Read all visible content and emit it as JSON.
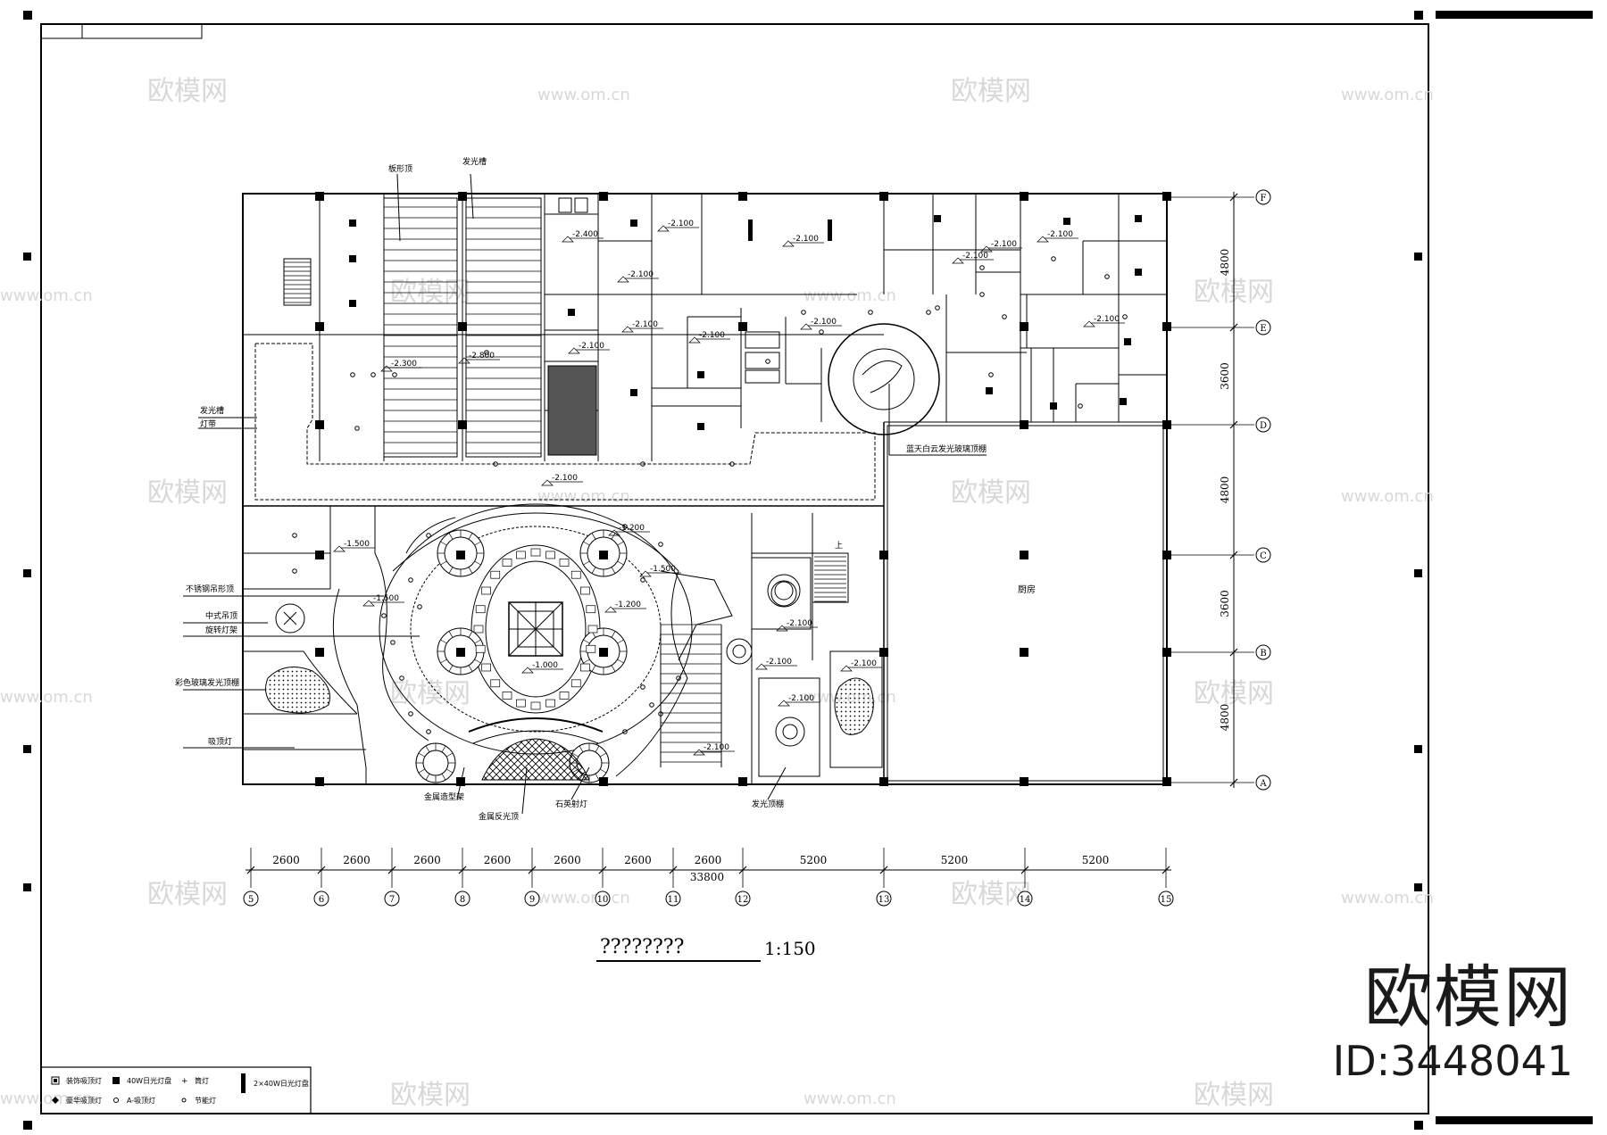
{
  "drawing": {
    "title": "????????",
    "scale": "1:150",
    "total_dimension": "33800"
  },
  "column_dims": [
    "2600",
    "2600",
    "2600",
    "2600",
    "2600",
    "2600",
    "2600",
    "5200",
    "5200",
    "5200"
  ],
  "column_axes": [
    "5",
    "6",
    "7",
    "8",
    "9",
    "10",
    "11",
    "12",
    "13",
    "14",
    "15"
  ],
  "row_axes": [
    "F",
    "E",
    "D",
    "C",
    "B",
    "A"
  ],
  "row_dims": [
    "4800",
    "3600",
    "4800",
    "3600",
    "4800"
  ],
  "elevations": [
    "-2.100",
    "-2.400",
    "-2.300",
    "-2.800",
    "-1.500",
    "-1.200",
    "-1.000"
  ],
  "labels": {
    "banxingding": "板形顶",
    "faguangcao_top": "发光槽",
    "faguangcao_left": "发光槽",
    "dengdai": "灯带",
    "skylight": "蓝天白云发光玻璃顶棚",
    "buxiugang": "不锈钢吊形顶",
    "zhongshi": "中式吊顶",
    "xuanzhuan": "旋转灯架",
    "caise": "彩色玻璃发光顶棚",
    "xideng": "吸顶灯",
    "jinshu_zaoxing": "金属造型架",
    "jinshu_fanguang": "金属反光顶",
    "shiying": "石英射灯",
    "faguang_dingpeng": "发光顶棚",
    "chufang": "厨房",
    "shang": "上"
  },
  "legend": [
    {
      "symbol": "square-box",
      "text": "装饰吸顶灯"
    },
    {
      "symbol": "filled-square",
      "text": "40W日光灯盘"
    },
    {
      "symbol": "plus",
      "text": "筒灯"
    },
    {
      "symbol": "bar",
      "text": "2×40W日光灯盘"
    },
    {
      "symbol": "diamond",
      "text": "豪华吸顶灯"
    },
    {
      "symbol": "circle",
      "text": "A-吸顶灯"
    },
    {
      "symbol": "small-circle",
      "text": "节能灯"
    }
  ],
  "watermark": {
    "brand": "欧模网",
    "site": "www.om.cn",
    "id": "ID:3448041"
  }
}
